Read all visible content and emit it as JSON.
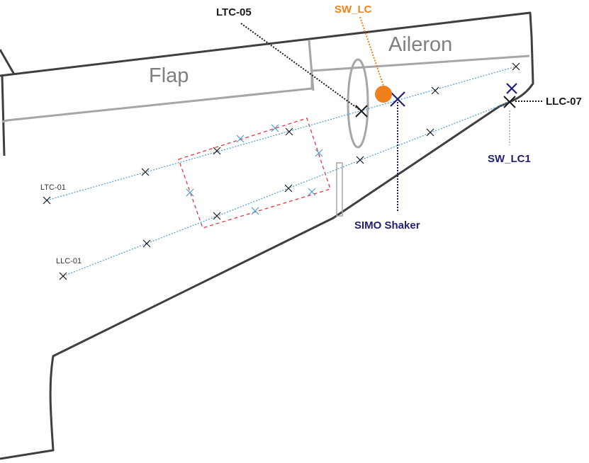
{
  "regions": {
    "flap_label": "Flap",
    "aileron_label": "Aileron"
  },
  "lines": {
    "ltc_start_label": "LTC-01",
    "llc_start_label": "LLC-01"
  },
  "callouts": {
    "ltc05": "LTC-05",
    "sw_lc": "SW_LC",
    "llc07": "LLC-07",
    "sw_lc1": "SW_LC1",
    "simo_shaker": "SIMO Shaker"
  },
  "colors": {
    "outline": "#3f3f3f",
    "surface_edge": "#a6a6a6",
    "measurement_line": "#4a9ed6",
    "sensor_black": "#1a1a1a",
    "sensor_blue": "#4a9ed6",
    "shaker_navy": "#1f1f7a",
    "sw_orange": "#f0801e",
    "zone_red": "#e0393e"
  },
  "icons": {
    "sensor_marker": "x-mark-icon",
    "shaker_marker": "x-mark-icon",
    "sw_marker": "filled-circle-icon"
  }
}
